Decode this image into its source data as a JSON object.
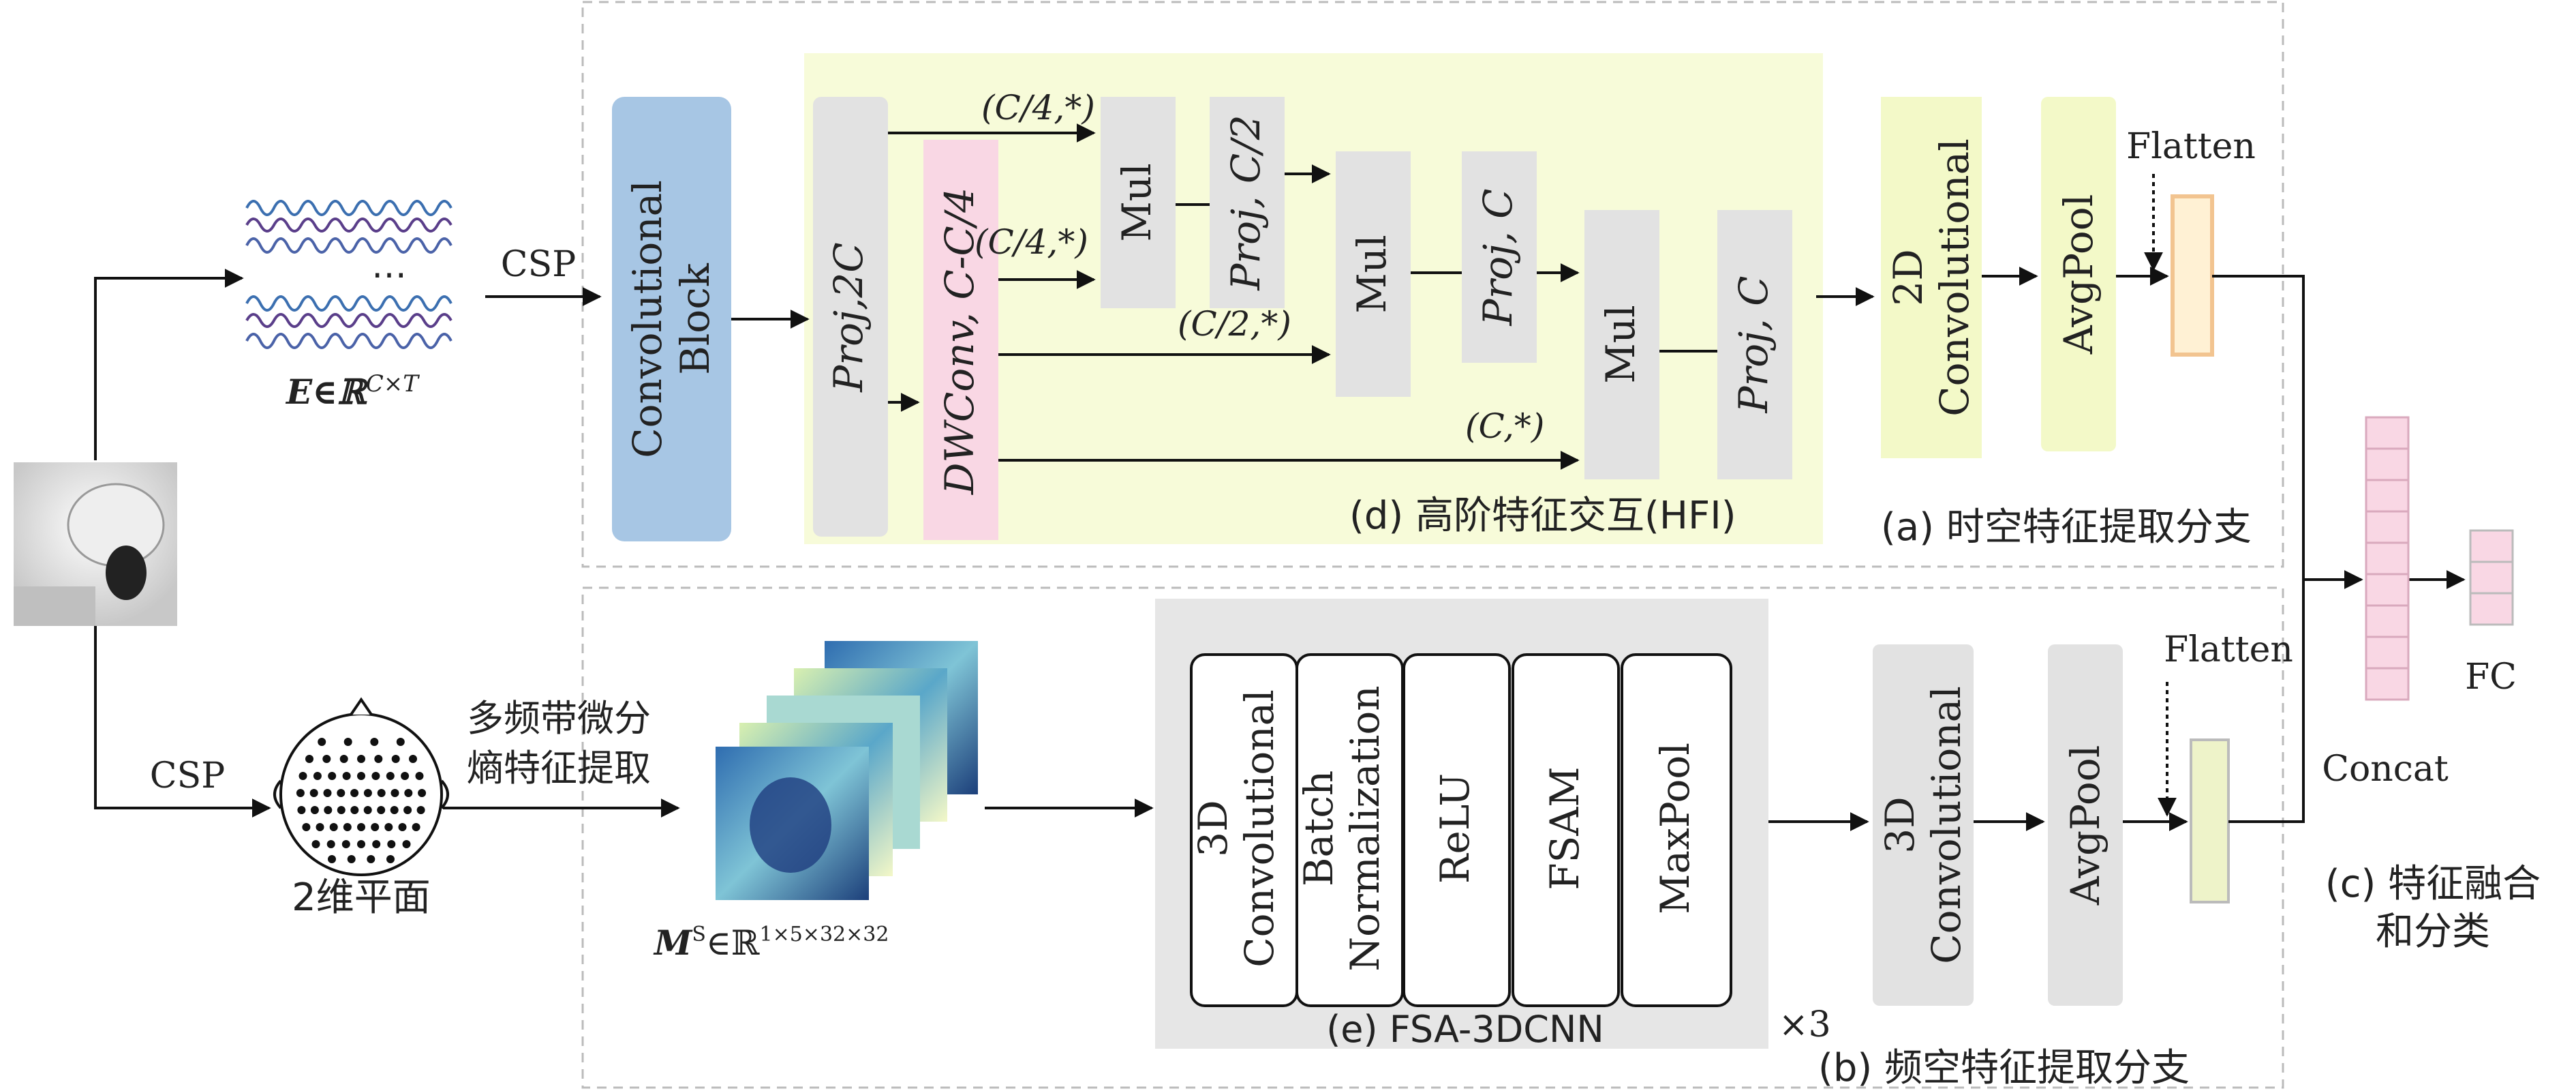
{
  "colors": {
    "blue_block": "#a7c6e4",
    "yellow_panel": "#f7fbd9",
    "yellow_box": "#f3f9c8",
    "pink_box": "#f9d7e4",
    "gray_box": "#e2e2e2",
    "gray_panel": "#e6e6e6",
    "orange_border": "#f2c490",
    "green_vector": "#eef3c9",
    "dashed_border": "#bbbbbb"
  },
  "input": {
    "csp_top": "CSP",
    "csp_bottom": "CSP",
    "eeg_signal_label": "E∈ℝ",
    "eeg_signal_sup": "C×T",
    "head_plane_label": "2维平面",
    "de_feature_line1": "多频带微分",
    "de_feature_line2": "熵特征提取",
    "feature_map_label": "M",
    "feature_map_sup1": "S",
    "feature_map_mid": "∈ℝ",
    "feature_map_sup2": "1×5×32×32"
  },
  "hfi": {
    "conv_block": [
      "Convolutional",
      "Block"
    ],
    "proj2c": "Proj,2C",
    "dwconv": "DWConv, C-C/4",
    "mul1": "Mul",
    "proj_c2": "Proj, C/2",
    "mul2": "Mul",
    "proj_c_a": "Proj, C",
    "mul3": "Mul",
    "proj_c_b": "Proj, C",
    "tag_c4_top": "(C/4,*)",
    "tag_c4_bot": "(C/4,*)",
    "tag_c2": "(C/2,*)",
    "tag_c": "(C,*)",
    "caption": "(d) 高阶特征交互(HFI)"
  },
  "branch_a": {
    "conv2d": [
      "2D",
      "Convolutional"
    ],
    "avgpool": "AvgPool",
    "flatten": "Flatten",
    "caption": "(a) 时空特征提取分支"
  },
  "branch_b": {
    "fsa_blocks": [
      [
        "3D",
        "Convolutional"
      ],
      [
        "Batch",
        "Normalization"
      ],
      [
        "ReLU"
      ],
      [
        "FSAM"
      ],
      [
        "MaxPool"
      ]
    ],
    "fsa_caption": "(e) FSA-3DCNN",
    "repeat": "×3",
    "conv3d": [
      "3D",
      "Convolutional"
    ],
    "avgpool": "AvgPool",
    "flatten": "Flatten",
    "caption": "(b) 频空特征提取分支"
  },
  "fusion": {
    "concat": "Concat",
    "fc": "FC",
    "caption_line1": "(c) 特征融合",
    "caption_line2": "和分类"
  }
}
